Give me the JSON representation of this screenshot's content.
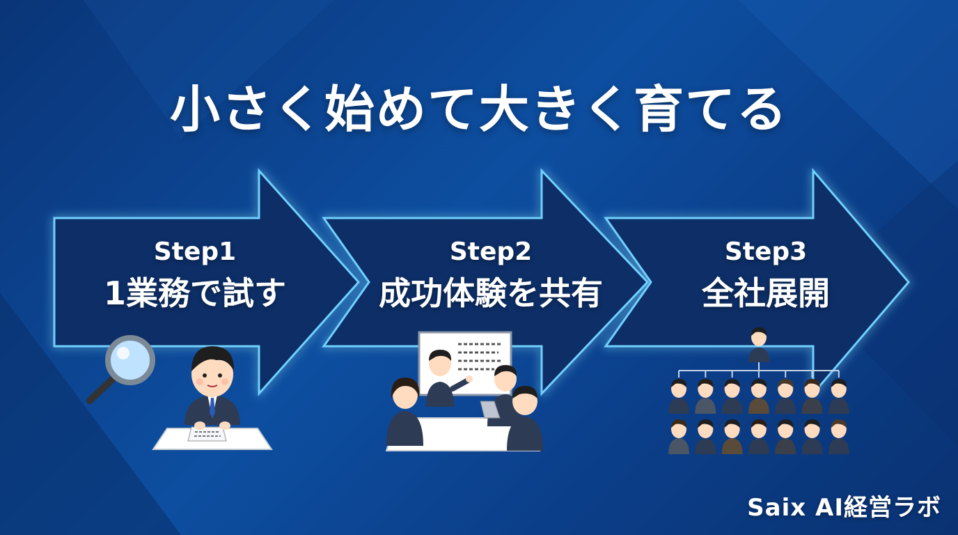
{
  "title": "小さく始めて大きく育てる",
  "steps": [
    {
      "step": "Step1",
      "label": "1業務で試す",
      "illustration": "person-with-magnifier-icon"
    },
    {
      "step": "Step2",
      "label": "成功体験を共有",
      "illustration": "team-meeting-whiteboard-icon"
    },
    {
      "step": "Step3",
      "label": "全社展開",
      "illustration": "org-chart-people-icon"
    }
  ],
  "brand": "Saix AI経営ラボ",
  "colors": {
    "background": "#0d4ea0",
    "arrow_fill": "#0c2d66",
    "arrow_glow": "#5ec8ff",
    "text": "#ffffff"
  }
}
